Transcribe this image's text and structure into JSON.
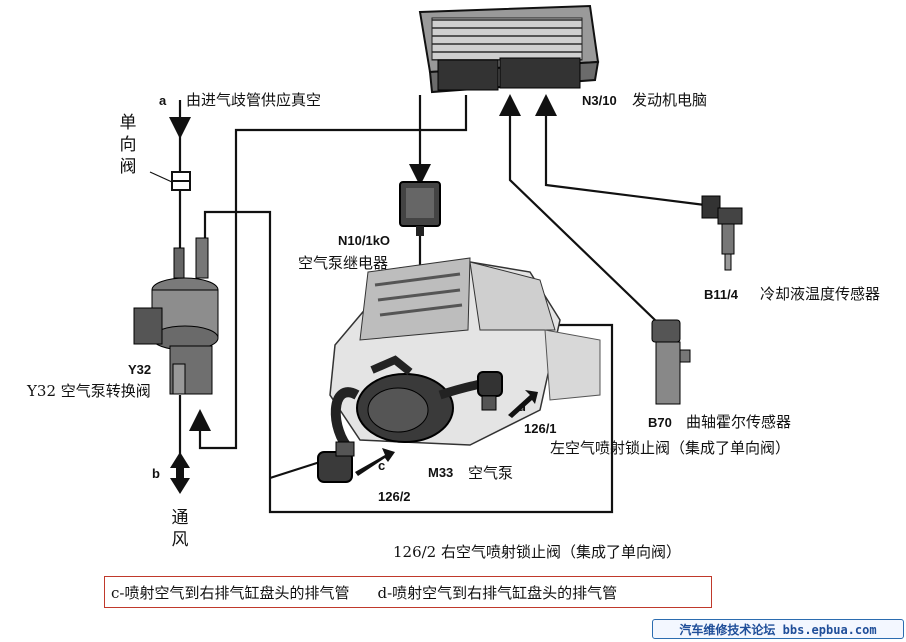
{
  "labels": {
    "vacuum_source": "由进气歧管供应真空",
    "ecu_code": "N3/10",
    "ecu_name": "发动机电脑",
    "relay_code": "N10/1kO",
    "relay_name": "空气泵继电器",
    "coolant_code": "B11/4",
    "coolant_name": "冷却液温度传感器",
    "crank_code": "B70",
    "crank_name": "曲轴霍尔传感器",
    "left_valve_code": "126/1",
    "left_valve_name": "左空气喷射锁止阀（集成了单向阀）",
    "pump_code": "M33",
    "pump_name": "空气泵",
    "right_valve_code": "126/2",
    "right_valve_name": "126/2 右空气喷射锁止阀（集成了单向阀）",
    "switch_code": "Y32",
    "switch_name": "Y32 空气泵转换阀",
    "check_valve": [
      "单",
      "向",
      "阀"
    ],
    "vent": [
      "通",
      "风"
    ],
    "port_a": "a",
    "port_b": "b",
    "port_c": "c",
    "port_d": "d"
  },
  "caption": {
    "c_text": "c-喷射空气到右排气缸盘头的排气管",
    "d_text": "d-喷射空气到右排气缸盘头的排气管"
  },
  "watermark": "汽车维修技术论坛 bbs.epbua.com",
  "colors": {
    "line": "#111111",
    "caption_border": "#c0392b",
    "watermark": "#1f4e99"
  }
}
